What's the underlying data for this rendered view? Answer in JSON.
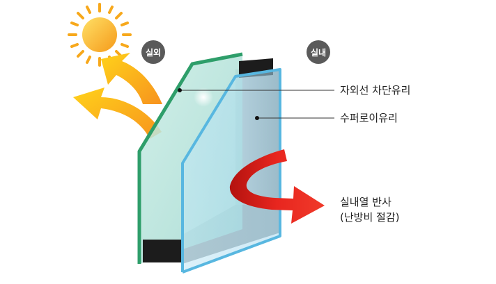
{
  "labels": {
    "outdoor": "실외",
    "indoor": "실내",
    "uv_glass": "자외선 차단유리",
    "super_glass": "수퍼로이유리",
    "reflect_line1": "실내열 반사",
    "reflect_line2": "(난방비 절감)"
  },
  "icons": [
    "sun-icon",
    "reflected-sunlight-arrow",
    "heat-reflection-arrow"
  ],
  "colors": {
    "sun": "#f7a81b",
    "sun_arrow": "#f5b000",
    "heat_arrow": "#e0211c",
    "outer_glass_edge": "#2e9e6a",
    "inner_glass_edge": "#58b7e0",
    "spacer": "#1c1c1c",
    "badge": "#5a5a5a"
  }
}
